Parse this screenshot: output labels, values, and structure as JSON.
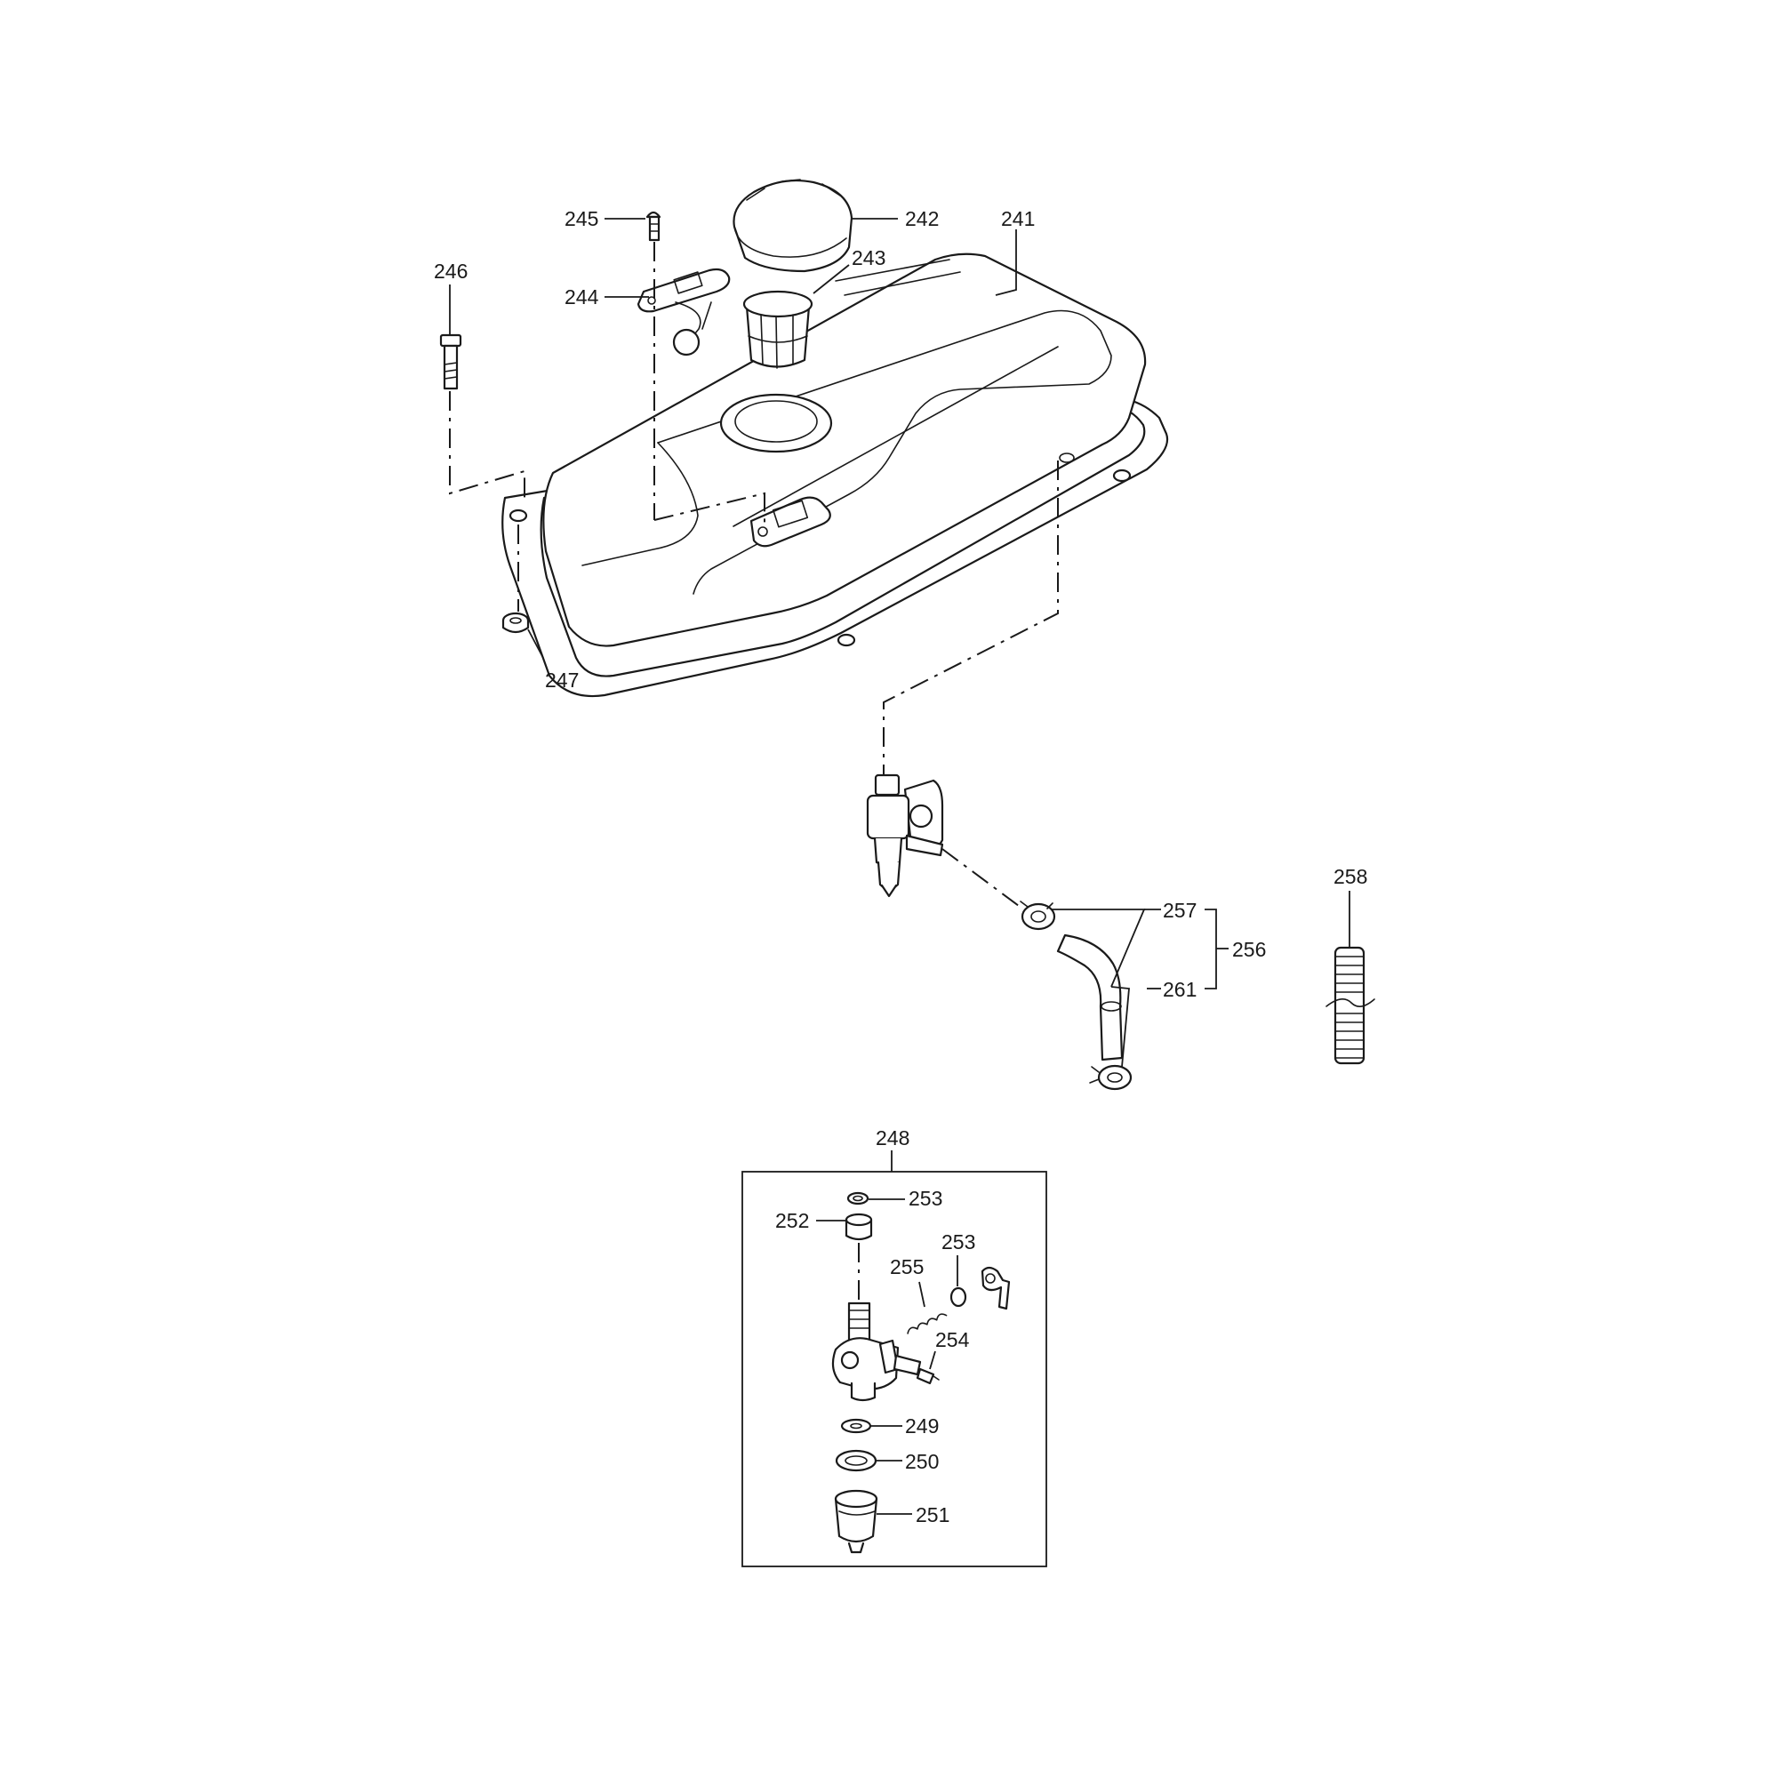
{
  "labels": {
    "p241": "241",
    "p242": "242",
    "p243": "243",
    "p244": "244",
    "p245": "245",
    "p246": "246",
    "p247": "247",
    "p248": "248",
    "p249": "249",
    "p250": "250",
    "p251": "251",
    "p252": "252",
    "p253a": "253",
    "p253b": "253",
    "p254": "254",
    "p255": "255",
    "p256": "256",
    "p257": "257",
    "p258": "258",
    "p261": "261"
  }
}
